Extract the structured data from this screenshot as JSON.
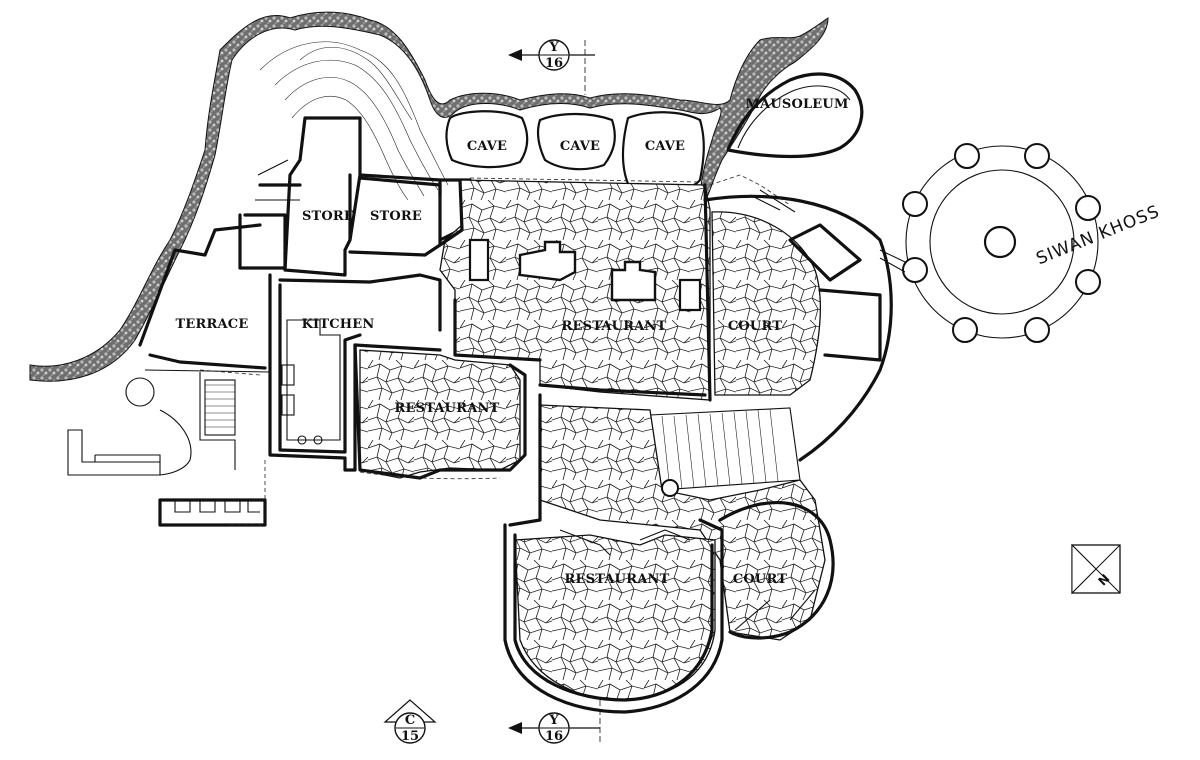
{
  "labels": {
    "mausoleum": "MAUSOLEUM",
    "cave1": "CAVE",
    "cave2": "CAVE",
    "cave3": "CAVE",
    "store1": "STORE",
    "store2": "STORE",
    "terrace": "TERRACE",
    "kitchen": "KITCHEN",
    "restaurant_main": "RESTAURANT",
    "restaurant_center": "RESTAURANT",
    "restaurant_south": "RESTAURANT",
    "court_east": "COURT",
    "court_south": "COURT",
    "siwan_khoss": "SIWAN KHOSS"
  },
  "section_markers": {
    "top": {
      "letter": "Y",
      "number": "16"
    },
    "bottom": {
      "letter": "Y",
      "number": "16"
    },
    "elevation": {
      "letter": "C",
      "number": "15"
    }
  },
  "north_arrow": {
    "letter": "N"
  },
  "colors": {
    "ink": "#111111",
    "rock": "#9a9a9a",
    "paper": "#ffffff"
  }
}
